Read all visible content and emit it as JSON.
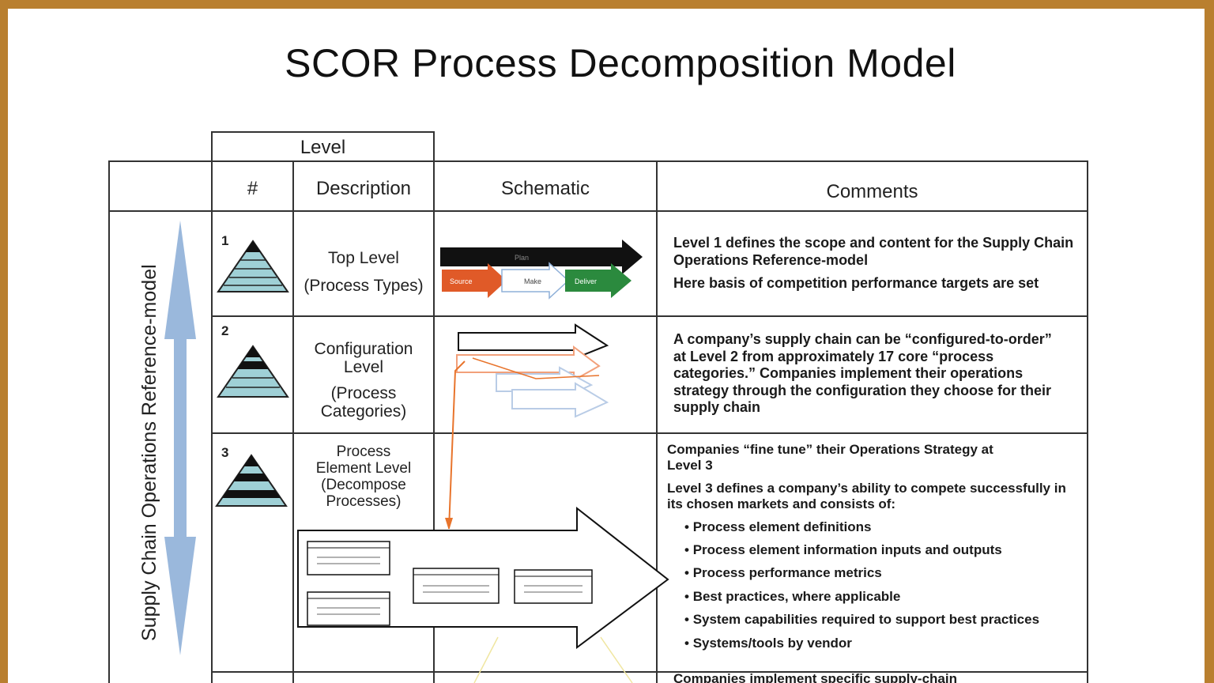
{
  "title": "SCOR Process Decomposition Model",
  "side_label": "Supply Chain Operations Reference-model",
  "colors": {
    "frame": "#b97f2f",
    "triangle": "#9fd0d6",
    "band": "#111111",
    "arrow": "#8fb0d8",
    "plan": "#111111",
    "source": "#e05a28",
    "deliver": "#2b8a3e",
    "config_line": "#e8742c"
  },
  "header": {
    "level": "Level",
    "number": "#",
    "description": "Description",
    "schematic": "Schematic",
    "comments": "Comments"
  },
  "rows": [
    {
      "number": "1",
      "description": [
        "Top Level",
        "(Process Types)"
      ],
      "comments": [
        "Level 1 defines the scope and content for the Supply Chain Operations Reference-model",
        "Here basis of competition performance targets are set"
      ]
    },
    {
      "number": "2",
      "description": [
        "Configuration",
        "Level",
        "(Process",
        "Categories)"
      ],
      "comments": [
        "A company’s supply chain can be “configured-to-order” at Level 2 from approximately 17 core “process categories.” Companies implement their operations strategy through the configuration they choose for their supply chain"
      ]
    },
    {
      "number": "3",
      "description": [
        "Process",
        "Element Level",
        "(Decompose",
        "Processes)"
      ],
      "comments": [
        "Companies “fine tune” their Operations Strategy at Level 3",
        "Level 3 defines a company’s ability to compete successfully in its chosen markets and consists of:"
      ],
      "bullets": [
        "Process element definitions",
        "Process element information inputs and outputs",
        "Process performance metrics",
        "Best practices, where applicable",
        "System capabilities required to support best practices",
        "Systems/tools by vendor"
      ]
    },
    {
      "comments": [
        "Companies implement specific supply-chain"
      ]
    }
  ],
  "schematic_labels": {
    "plan": "Plan",
    "source": "Source",
    "make": "Make",
    "deliver": "Deliver"
  }
}
